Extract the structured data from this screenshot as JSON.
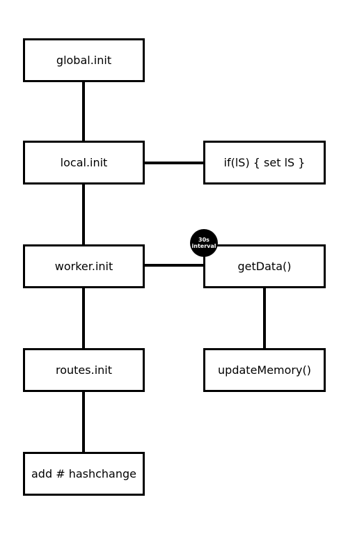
{
  "diagram": {
    "nodes": {
      "global_init": "global.init",
      "local_init": "local.init",
      "ls_check": "if(lS) { set lS }",
      "worker_init": "worker.init",
      "get_data": "getData()",
      "routes_init": "routes.init",
      "update_memory": "updateMemory()",
      "hashchange": "add # hashchange"
    },
    "badge": {
      "line1": "30s",
      "line2": "interval"
    }
  }
}
